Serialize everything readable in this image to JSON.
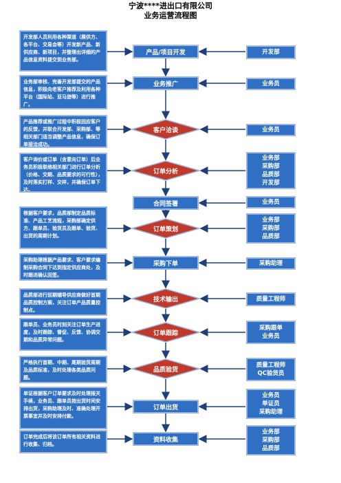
{
  "header": {
    "title": "宁波****进出口有限公司",
    "subtitle": "业务运营流程图"
  },
  "colors": {
    "box_blue": "#2f6fc4",
    "box_border": "#9bb7e2",
    "decision_red": "#c0392b",
    "arrow": "#1f3f7a"
  },
  "steps": [
    {
      "name": "产品/项目开发",
      "shape": "process",
      "description": "开发部人员利用各种渠道（展供方、各平台、交易会等）开发新产品、新供应商、新项目，并整理出详细的产品信息资料提交到业务部。",
      "departments": [
        "开发部"
      ]
    },
    {
      "name": "业务推广",
      "shape": "process",
      "description": "业务部审核、完善开发部提交的产品信息，积极向老客户推荐及利用各种平台（国际站、亚马逊等）进行推广。",
      "departments": [
        "业务员"
      ]
    },
    {
      "name": "客户洽谈",
      "shape": "decision",
      "description": "产品推荐或推广过程中积极回应客户的反馈，并联合开发部、采购部、等相关部门适当调整产品信息，确保订单接洽成功。",
      "departments": [
        "业务员"
      ]
    },
    {
      "name": "订单分析",
      "shape": "decision",
      "description": "客户询价或订单（含意向订单）后业务员积极联络相关部门进行订单分析（价格、交期、品质要求的可行性），及时落实打样、交样，并确保订单下达。",
      "departments": [
        "业务部",
        "采购部",
        "品质部",
        "开发部"
      ]
    },
    {
      "name": "合同签署",
      "shape": "process",
      "description": "",
      "departments": [
        "业务员"
      ]
    },
    {
      "name": "订单策划",
      "shape": "decision",
      "description": "根据客户要求，品质部制定品质标准、产品工艺流程，采购部确定供方、跟单员、验货员及跟单、验货、出货的周期计划。",
      "departments": [
        "业务部",
        "采购部",
        "品质部"
      ]
    },
    {
      "name": "采购下单",
      "shape": "process",
      "description": "采购助理根据产品要求、客户要求编制采购合同下达到指定供应商处，及时跟进确认回签。",
      "departments": [
        "采购助理"
      ]
    },
    {
      "name": "技术输出",
      "shape": "decision",
      "description": "品质部进行前期辅导供应商做好首期品质控制方案，关注订单产品质量控制点。",
      "departments": [
        "质量工程师"
      ]
    },
    {
      "name": "订单跟踪",
      "shape": "decision",
      "description": "跟单员、业务员时刻关注订单生产进度，及时跟踪、督促、反馈、协调交期和品质异常问题。",
      "departments": [
        "采购跟单",
        "业务员"
      ]
    },
    {
      "name": "品质验货",
      "shape": "decision",
      "description": "严格执行首期、中期、尾期验货周期及品质标准，及时处理各类品质问题。",
      "departments": [
        "质量工程师",
        "QC验货员"
      ]
    },
    {
      "name": "订单出货",
      "shape": "process",
      "description": "单证根据客户订单要求及时处理报关手续，业务员、跟单员按出货时间安排出货，采购助理及时、准确处理开票事宜并及时安排付款。",
      "departments": [
        "业务员",
        "单证员",
        "采购助理"
      ]
    },
    {
      "name": "资料收集",
      "shape": "process",
      "description": "订单完成后将该订单所有相关资料进行收集、归档。",
      "departments": [
        "业务部",
        "采购部",
        "品质部"
      ]
    }
  ]
}
